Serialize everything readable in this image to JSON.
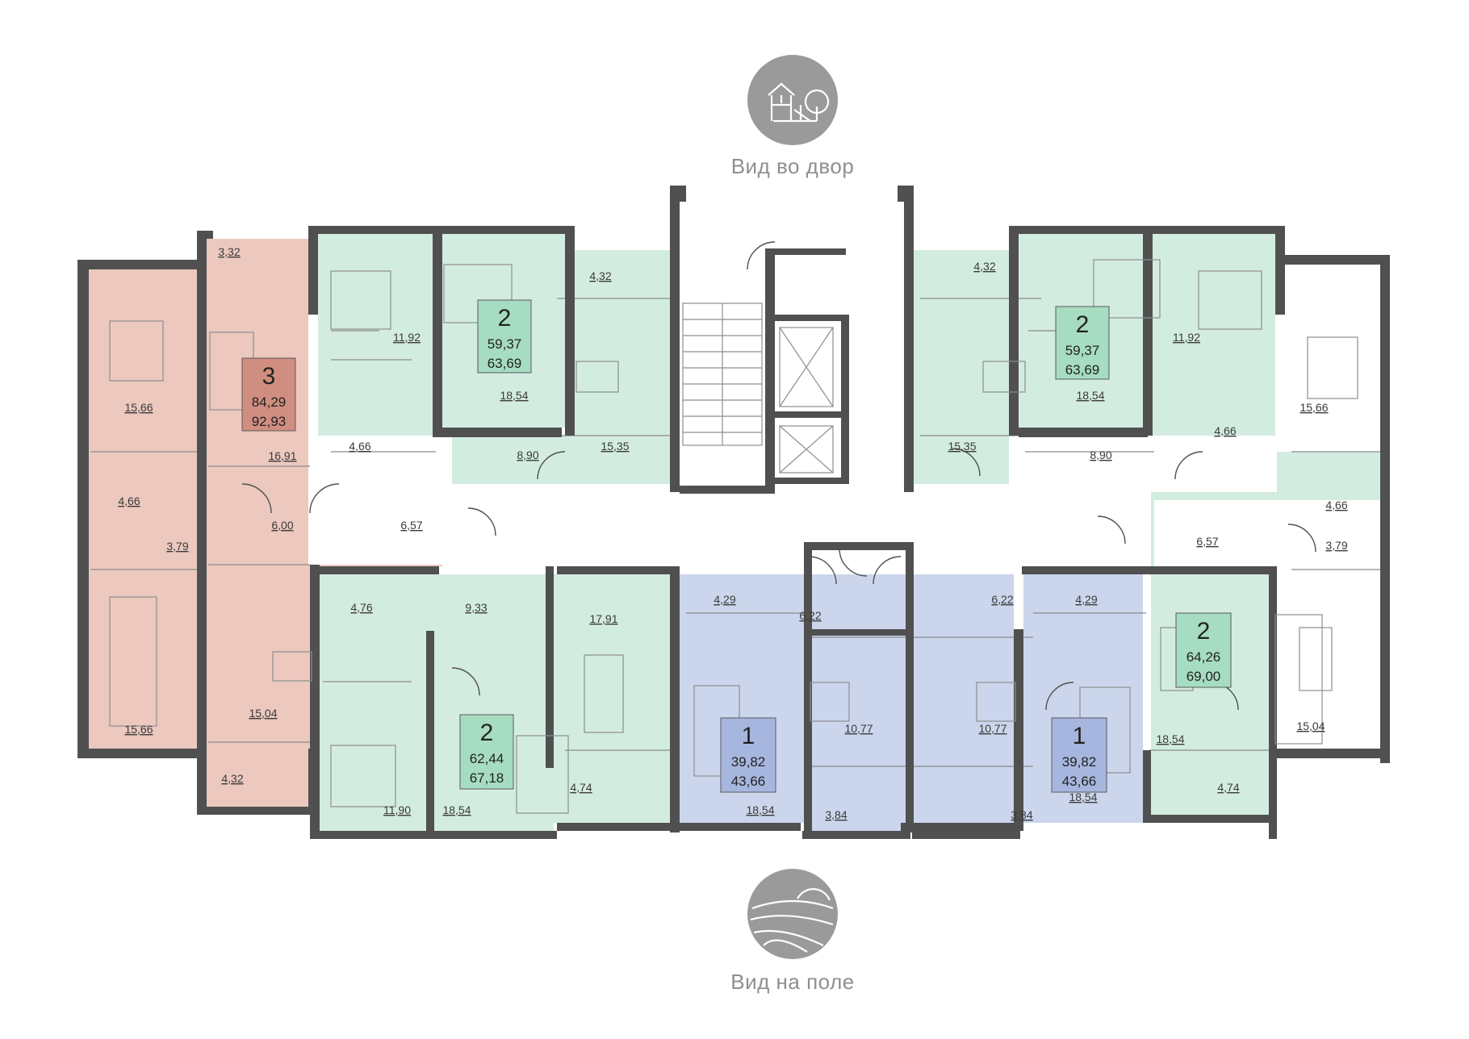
{
  "captions": {
    "top": "Вид во двор",
    "bottom": "Вид на поле"
  },
  "colors": {
    "three_room": "#ecc8bf",
    "two_room": "#d3ece0",
    "one_room": "#cbd6ec",
    "badge_three": "#cf8e80",
    "badge_two": "#a6dcc1",
    "badge_one": "#a6b6de",
    "wall": "#505050"
  },
  "icons": {
    "top": "playground-icon",
    "bottom": "field-icon"
  },
  "apartments": [
    {
      "id": "apt-3-left",
      "rooms": "3",
      "area_living": "84,29",
      "area_total": "92,93"
    },
    {
      "id": "apt-2-top-left",
      "rooms": "2",
      "area_living": "59,37",
      "area_total": "63,69"
    },
    {
      "id": "apt-2-top-right",
      "rooms": "2",
      "area_living": "59,37",
      "area_total": "63,69"
    },
    {
      "id": "apt-2-bottom-left",
      "rooms": "2",
      "area_living": "62,44",
      "area_total": "67,18"
    },
    {
      "id": "apt-1-left",
      "rooms": "1",
      "area_living": "39,82",
      "area_total": "43,66"
    },
    {
      "id": "apt-1-right",
      "rooms": "1",
      "area_living": "39,82",
      "area_total": "43,66"
    },
    {
      "id": "apt-2-right",
      "rooms": "2",
      "area_living": "64,26",
      "area_total": "69,00"
    }
  ],
  "room_areas": [
    "3,32",
    "15,66",
    "16,91",
    "4,66",
    "3,79",
    "6,00",
    "6,57",
    "15,66",
    "15,04",
    "4,32",
    "11,92",
    "18,54",
    "4,66",
    "8,90",
    "4,32",
    "15,35",
    "4,32",
    "15,35",
    "18,54",
    "8,90",
    "11,92",
    "4,66",
    "15,66",
    "4,66",
    "3,79",
    "6,57",
    "4,76",
    "9,33",
    "17,91",
    "11,90",
    "18,54",
    "4,74",
    "4,29",
    "6,22",
    "10,77",
    "18,54",
    "3,84",
    "6,22",
    "4,29",
    "10,77",
    "18,54",
    "3,84",
    "18,54",
    "15,04",
    "4,74"
  ]
}
